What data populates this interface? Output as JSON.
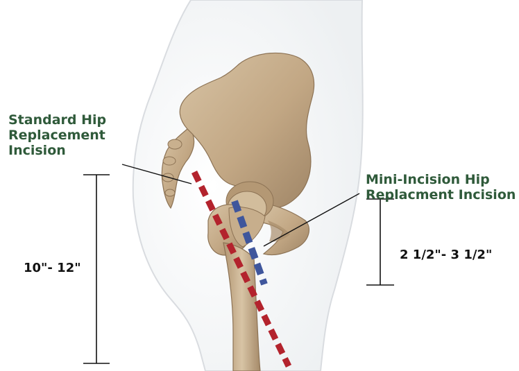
{
  "labels": {
    "standard_incision": [
      "Standard Hip",
      "Replacement",
      "Incision"
    ],
    "mini_incision": [
      "Mini-Incision Hip",
      "Replacment Incision"
    ]
  },
  "measurements": {
    "standard_length": "10\"- 12\"",
    "mini_length": "2 1/2\"- 3 1/2\""
  },
  "colors": {
    "label_green": "#2f5a3a",
    "standard_incision_red": "#b3232d",
    "mini_incision_blue": "#3f569c",
    "bone": "#c7ae8c",
    "body_outline": "#d9dce0"
  }
}
